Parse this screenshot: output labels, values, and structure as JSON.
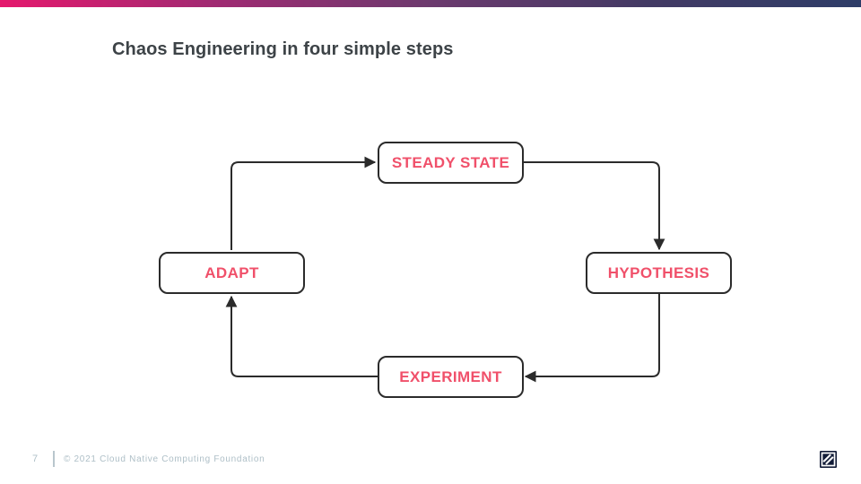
{
  "header": {
    "title": "Chaos Engineering in four simple steps"
  },
  "diagram": {
    "type": "cycle-flowchart",
    "nodes": [
      {
        "id": "steady-state",
        "label": "STEADY STATE"
      },
      {
        "id": "hypothesis",
        "label": "HYPOTHESIS"
      },
      {
        "id": "experiment",
        "label": "EXPERIMENT"
      },
      {
        "id": "adapt",
        "label": "ADAPT"
      }
    ],
    "edges": [
      {
        "from": "steady-state",
        "to": "hypothesis"
      },
      {
        "from": "hypothesis",
        "to": "experiment"
      },
      {
        "from": "experiment",
        "to": "adapt"
      },
      {
        "from": "adapt",
        "to": "steady-state"
      }
    ]
  },
  "footer": {
    "page_number": "7",
    "copyright": "© 2021 Cloud Native Computing Foundation",
    "logo_icon": "cncf-logo-icon"
  },
  "colors": {
    "top_bar_gradient_start": "#e5186d",
    "top_bar_gradient_end": "#2e3d68",
    "node_text": "#f0506a",
    "node_border": "#2b2b2b",
    "connector_line": "#2b2b2b",
    "title_text": "#3d4347",
    "footer_text": "#aebfc7",
    "logo_background": "#121c38"
  }
}
